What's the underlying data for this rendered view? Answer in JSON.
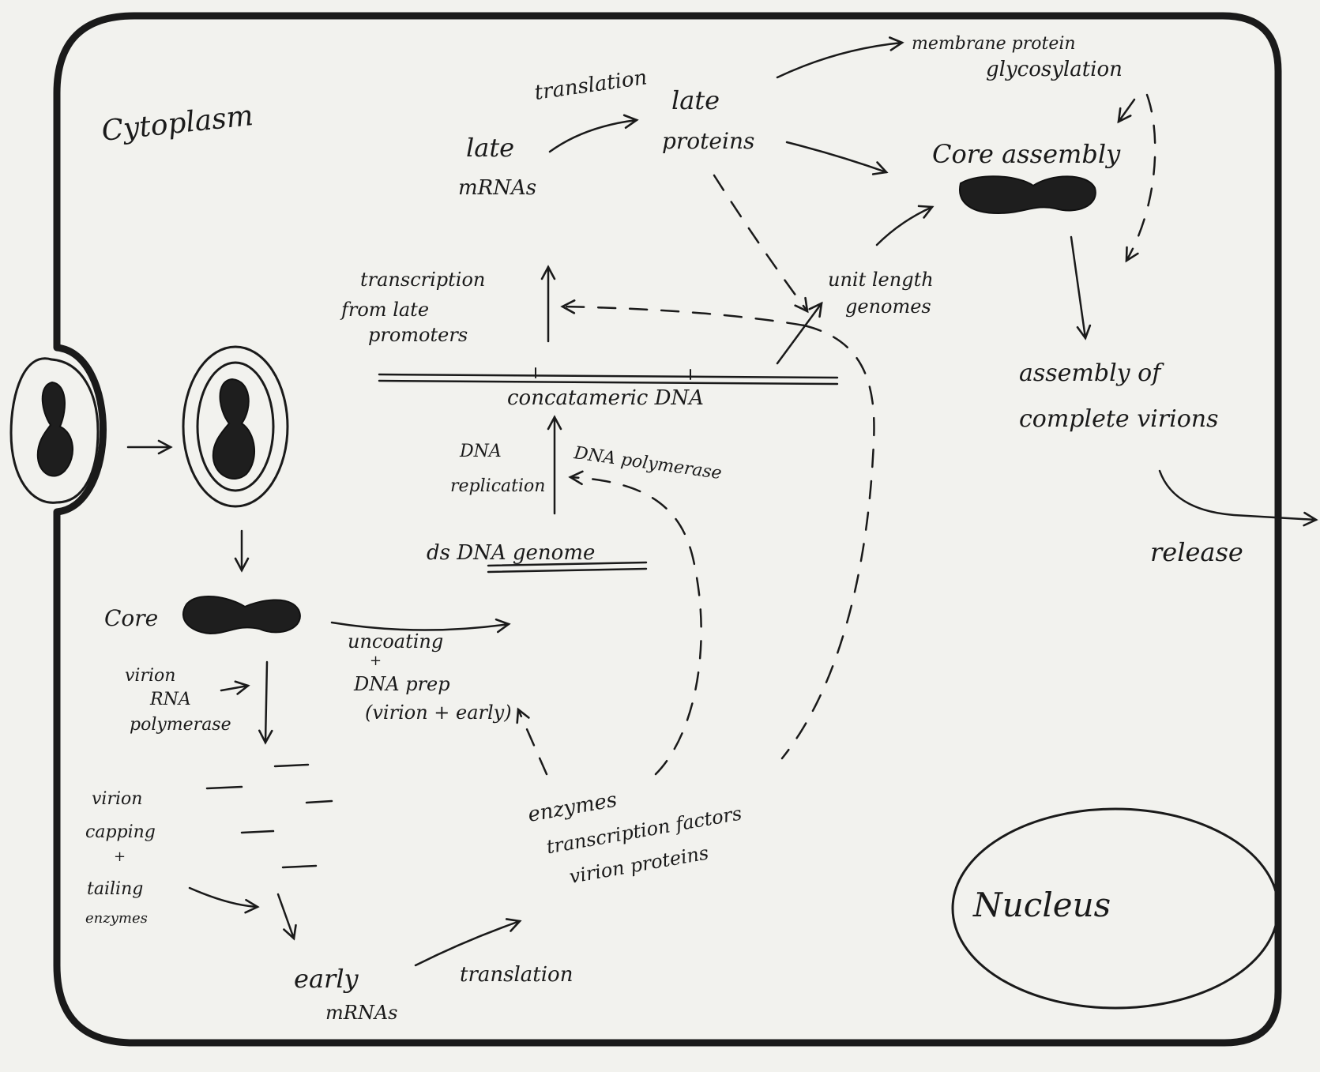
{
  "labels": {
    "cytoplasm": "Cytoplasm",
    "translation_top": "translation",
    "late_mrnas": [
      "late",
      "mRNAs"
    ],
    "late_proteins": [
      "late",
      "proteins"
    ],
    "membrane_protein": [
      "membrane protein",
      "glycosylation"
    ],
    "core_assembly": "Core assembly",
    "transcription_late": [
      "transcription",
      "from late",
      "promoters"
    ],
    "unit_length": [
      "unit length",
      "genomes"
    ],
    "assembly_complete": [
      "assembly of",
      "complete virions"
    ],
    "concatameric": "concatameric DNA",
    "dna_replication": [
      "DNA",
      "replication"
    ],
    "dna_polymerase": "DNA polymerase",
    "release": "release",
    "ds_dna": "ds DNA genome",
    "core": "Core",
    "uncoating": [
      "uncoating",
      "+",
      "DNA prep",
      "(virion + early)"
    ],
    "virion_rna_pol": [
      "virion",
      "RNA",
      "polymerase"
    ],
    "capping": [
      "virion",
      "capping",
      "+",
      "tailing",
      "enzymes"
    ],
    "enzymes_list": [
      "enzymes",
      "transcription factors",
      "virion proteins"
    ],
    "nucleus": "Nucleus",
    "early_mrnas": [
      "early",
      "mRNAs"
    ],
    "translation_bottom": "translation"
  }
}
